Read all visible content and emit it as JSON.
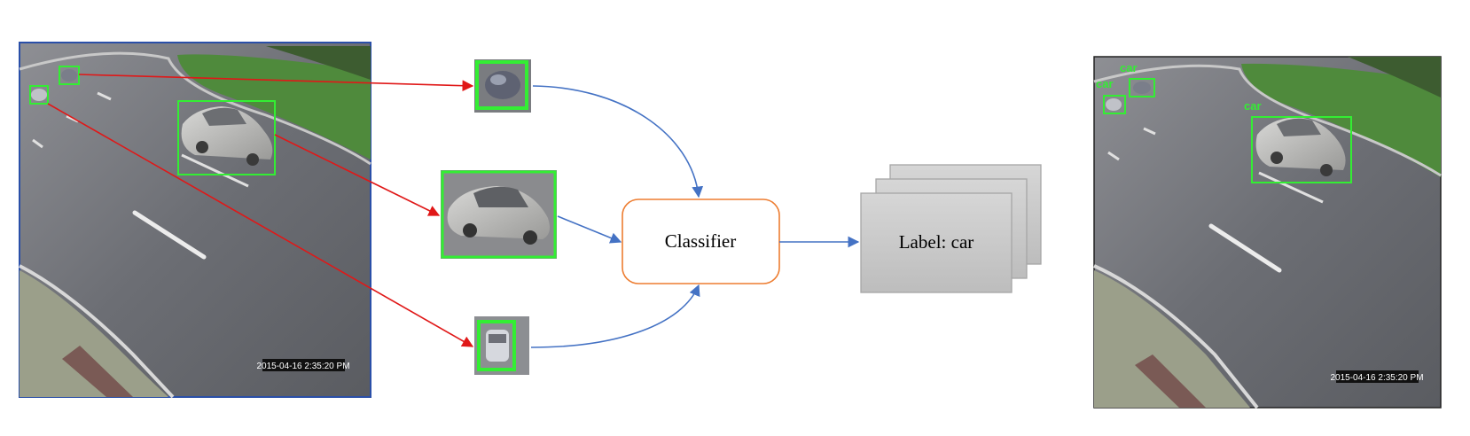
{
  "input_frame": {
    "timestamp": "2015-04-16 2:35:20 PM"
  },
  "classifier": {
    "label": "Classifier"
  },
  "output_stack": {
    "label": "Label: car"
  },
  "output_frame": {
    "timestamp": "2015-04-16 2:35:20 PM",
    "detections": [
      {
        "label": "car"
      },
      {
        "label": "car"
      },
      {
        "label": "car"
      }
    ]
  },
  "colors": {
    "detection_box": "#33ee33",
    "crop_arrow": "#e01818",
    "flow_arrow": "#4472c4",
    "classifier_border": "#ed7d31",
    "stack_fill": "#c8c8c8",
    "stack_border": "#a6a6a6"
  }
}
